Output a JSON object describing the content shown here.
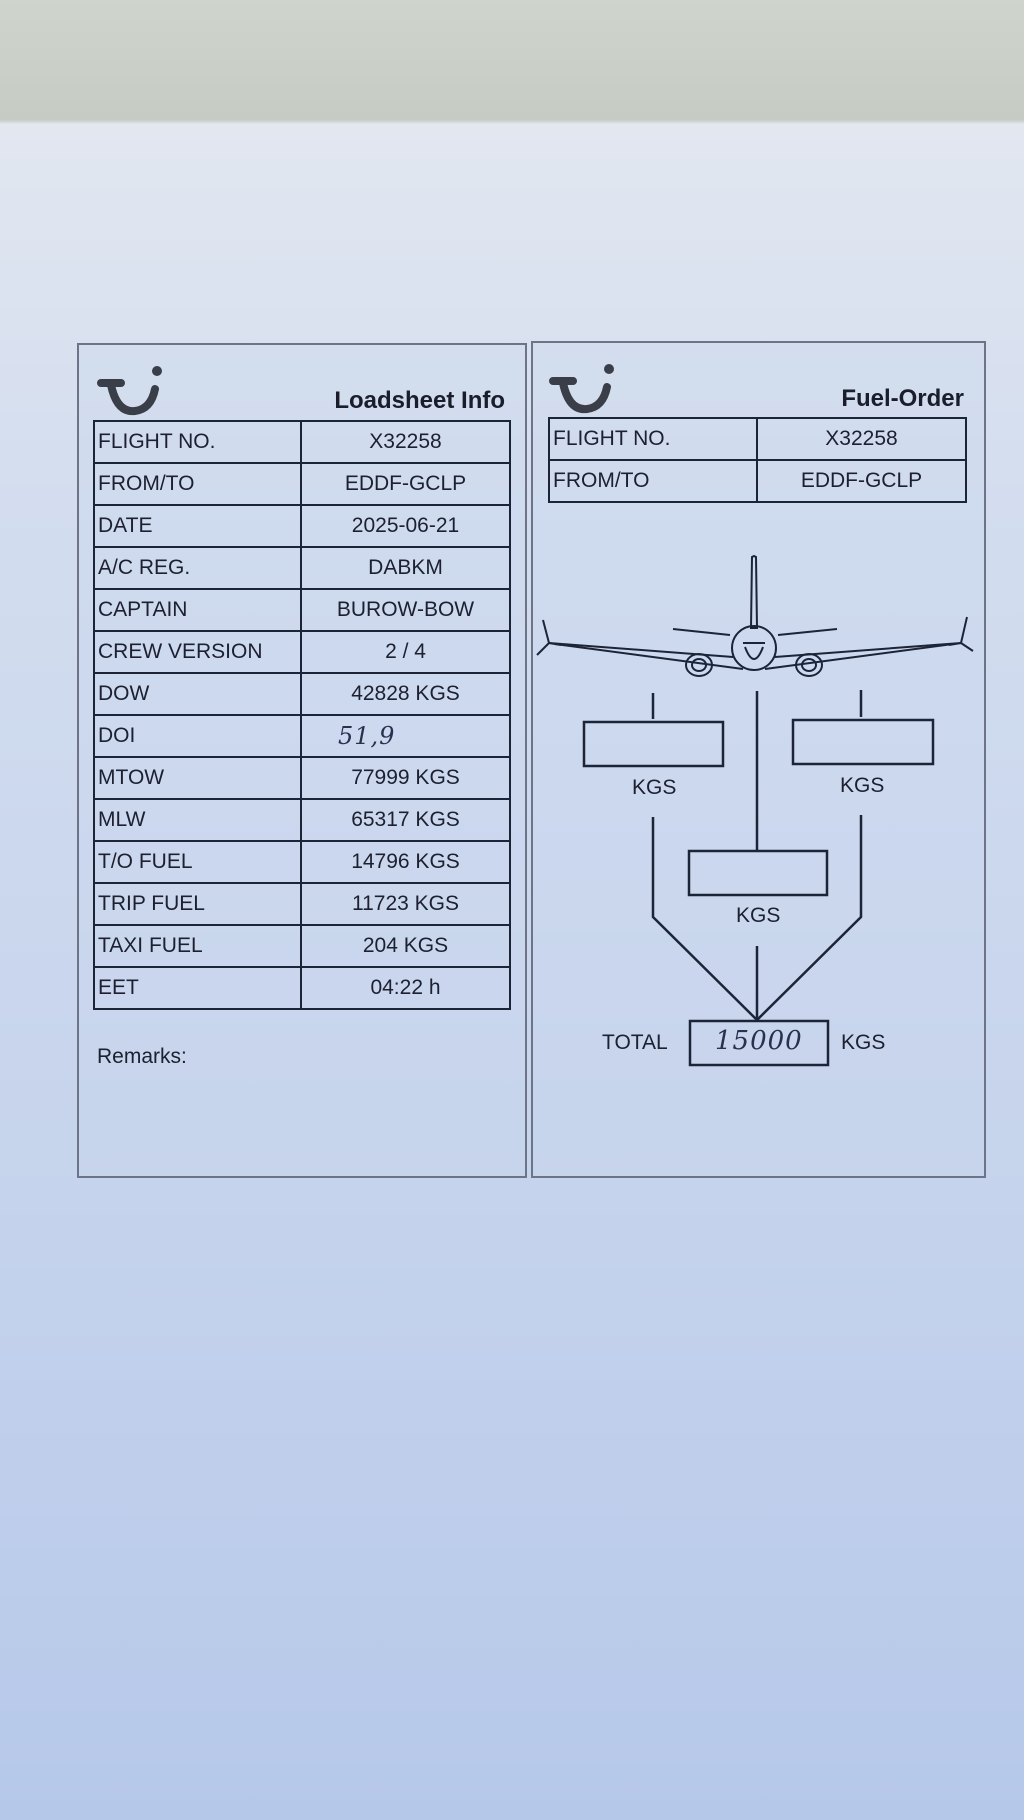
{
  "loadsheet": {
    "title": "Loadsheet Info",
    "logo": "TUI",
    "rows": [
      {
        "label": "FLIGHT NO.",
        "value": "X32258"
      },
      {
        "label": "FROM/TO",
        "value": "EDDF-GCLP"
      },
      {
        "label": "DATE",
        "value": "2025-06-21"
      },
      {
        "label": "A/C REG.",
        "value": "DABKM"
      },
      {
        "label": "CAPTAIN",
        "value": "BUROW-BOW"
      },
      {
        "label": "CREW VERSION",
        "value": "2 / 4"
      },
      {
        "label": "DOW",
        "value": "42828 KGS"
      },
      {
        "label": "DOI",
        "value": "51,9"
      },
      {
        "label": "MTOW",
        "value": "77999 KGS"
      },
      {
        "label": "MLW",
        "value": "65317 KGS"
      },
      {
        "label": "T/O FUEL",
        "value": "14796 KGS"
      },
      {
        "label": "TRIP FUEL",
        "value": "11723 KGS"
      },
      {
        "label": "TAXI FUEL",
        "value": "204 KGS"
      },
      {
        "label": "EET",
        "value": "04:22 h"
      }
    ],
    "remarks_label": "Remarks:"
  },
  "fuel_order": {
    "title": "Fuel-Order",
    "logo": "TUI",
    "rows": [
      {
        "label": "FLIGHT NO.",
        "value": "X32258"
      },
      {
        "label": "FROM/TO",
        "value": "EDDF-GCLP"
      }
    ],
    "left_tank_unit": "KGS",
    "right_tank_unit": "KGS",
    "center_tank_unit": "KGS",
    "total_label": "TOTAL",
    "total_value": "15000",
    "total_unit": "KGS"
  }
}
